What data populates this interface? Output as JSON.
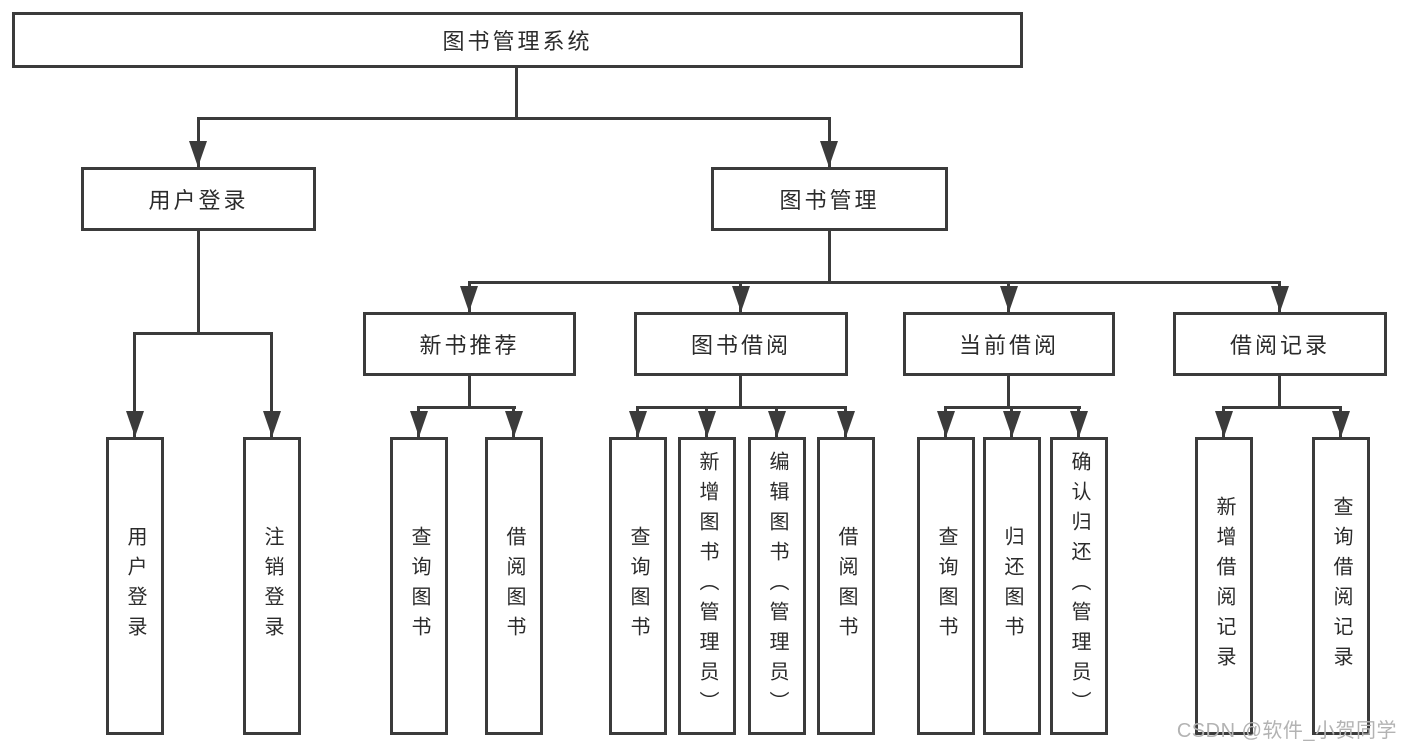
{
  "tree": {
    "root": {
      "label": "图书管理系统"
    },
    "level2": [
      {
        "label": "用户登录"
      },
      {
        "label": "图书管理"
      }
    ],
    "level3": [
      {
        "label": "新书推荐",
        "parent": "图书管理"
      },
      {
        "label": "图书借阅",
        "parent": "图书管理"
      },
      {
        "label": "当前借阅",
        "parent": "图书管理"
      },
      {
        "label": "借阅记录",
        "parent": "图书管理"
      }
    ],
    "leaves": [
      {
        "label": "用户登录",
        "parent": "用户登录"
      },
      {
        "label": "注销登录",
        "parent": "用户登录"
      },
      {
        "label": "查询图书",
        "parent": "新书推荐"
      },
      {
        "label": "借阅图书",
        "parent": "新书推荐"
      },
      {
        "label": "查询图书",
        "parent": "图书借阅"
      },
      {
        "label": "新增图书（管理员）",
        "parent": "图书借阅"
      },
      {
        "label": "编辑图书（管理员）",
        "parent": "图书借阅"
      },
      {
        "label": "借阅图书",
        "parent": "图书借阅"
      },
      {
        "label": "查询图书",
        "parent": "当前借阅"
      },
      {
        "label": "归还图书",
        "parent": "当前借阅"
      },
      {
        "label": "确认归还（管理员）",
        "parent": "当前借阅"
      },
      {
        "label": "新增借阅记录",
        "parent": "借阅记录"
      },
      {
        "label": "查询借阅记录",
        "parent": "借阅记录"
      }
    ]
  },
  "watermark": {
    "text": "CSDN @软件_小贺同学"
  },
  "colors": {
    "line": "#3b3b3b",
    "box_border": "#3b3b3b",
    "box_fill": "#ffffff",
    "text": "#2b2b2b",
    "watermark": "#b3b3b3",
    "background": "#ffffff"
  }
}
